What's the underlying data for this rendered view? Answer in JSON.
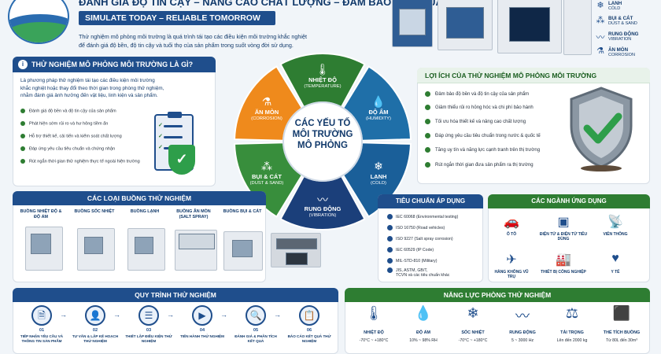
{
  "header": {
    "headline": "ĐÁNH GIÁ ĐỘ TIN CẬY – NÂNG CAO CHẤT LƯỢNG – ĐẢM BẢO HIỆU SUẤT",
    "slogan": "SIMULATE TODAY – RELIABLE TOMORROW",
    "intro_1": "Thử nghiệm mô phỏng môi trường là quá trình tái tạo các điều kiện môi trường khắc nghiệt",
    "intro_2": "để đánh giá độ bền, độ tin cậy và tuổi thọ của sản phẩm trong suốt vòng đời sử dụng."
  },
  "header_list": [
    {
      "label": "LẠNH",
      "sub": "COLD",
      "icon": "snowflake-icon",
      "glyph": "❄"
    },
    {
      "label": "BỤI & CÁT",
      "sub": "DUST & SAND",
      "icon": "dust-icon",
      "glyph": "⁂"
    },
    {
      "label": "RUNG ĐỘNG",
      "sub": "VIBRATION",
      "icon": "vibration-icon",
      "glyph": "〰"
    },
    {
      "label": "ĂN MÒN",
      "sub": "CORROSION",
      "icon": "corrosion-icon",
      "glyph": "⚗"
    }
  ],
  "left_panel": {
    "title": "THỬ NGHIỆM MÔ PHỎNG MÔI TRƯỜNG LÀ GÌ?",
    "desc_1": "Là phương pháp thử nghiệm tái tạo các điều kiện môi trường",
    "desc_2": "khắc nghiệt hoặc thay đổi theo thời gian trong phòng thử nghiệm,",
    "desc_3": "nhằm đánh giá ảnh hưởng đến vật liệu, linh kiện và sản phẩm.",
    "bullets": [
      "Đánh giá độ bền và độ tin cậy của sản phẩm",
      "Phát hiện sớm rủi ro và hư hỏng tiềm ẩn",
      "Hỗ trợ thiết kế, cải tiến và kiểm soát chất lượng",
      "Đáp ứng yêu cầu tiêu chuẩn và chứng nhận",
      "Rút ngắn thời gian thử nghiệm thực tế ngoài hiện trường"
    ]
  },
  "wheel": {
    "center_1": "CÁC YẾU TỐ",
    "center_2": "MÔI TRƯỜNG",
    "center_3": "MÔ PHỎNG",
    "segments": [
      {
        "label": "NHIỆT ĐỘ",
        "sub": "(TEMPERATURE)",
        "color": "#2e7d32",
        "icon": "thermometer-icon",
        "glyph": "🌡"
      },
      {
        "label": "ĐỘ ẨM",
        "sub": "(HUMIDITY)",
        "color": "#1f6fa8",
        "icon": "droplet-icon",
        "glyph": "💧"
      },
      {
        "label": "LẠNH",
        "sub": "(COLD)",
        "color": "#1a5f99",
        "icon": "snowflake-icon",
        "glyph": "❄"
      },
      {
        "label": "RUNG ĐỘNG",
        "sub": "(VIBRATION)",
        "color": "#1b3f7a",
        "icon": "vibration-icon",
        "glyph": "〰"
      },
      {
        "label": "BỤI & CÁT",
        "sub": "(DUST & SAND)",
        "color": "#388e3c",
        "icon": "dust-icon",
        "glyph": "⁂"
      },
      {
        "label": "ĂN MÒN",
        "sub": "(CORROSION)",
        "color": "#ef8a1c",
        "icon": "corrosion-icon",
        "glyph": "⚗"
      }
    ]
  },
  "right_panel": {
    "title": "LỢI ÍCH CỦA THỬ NGHIỆM MÔ PHỎNG MÔI TRƯỜNG",
    "bullets": [
      "Đảm bảo độ bền và độ tin cậy của sản phẩm",
      "Giảm thiểu rủi ro hỏng hóc và chi phí bảo hành",
      "Tối ưu hóa thiết kế và nâng cao chất lượng",
      "Đáp ứng yêu cầu tiêu chuẩn trong nước & quốc tế",
      "Tăng uy tín và năng lực cạnh tranh trên thị trường",
      "Rút ngắn thời gian đưa sản phẩm ra thị trường"
    ]
  },
  "types": {
    "title": "CÁC LOẠI BUỒNG THỬ NGHIỆM",
    "items": [
      {
        "name": "BUỒNG NHIỆT ĐỘ & ĐỘ ẨM"
      },
      {
        "name": "BUỒNG SỐC NHIỆT"
      },
      {
        "name": "BUỒNG LẠNH"
      },
      {
        "name": "BUỒNG ĂN MÒN (SALT SPRAY)"
      },
      {
        "name": "BUỒNG BỤI & CÁT"
      }
    ]
  },
  "standards": {
    "title": "TIÊU CHUẨN ÁP DỤNG",
    "items": [
      "IEC 60068 (Environmental testing)",
      "ISO 16750 (Road vehicles)",
      "ISO 9227 (Salt spray corrosion)",
      "IEC 60529 (IP Code)",
      "MIL-STD-810 (Military)",
      "JIS, ASTM, GB/T,",
      "TCVN và các tiêu chuẩn khác"
    ]
  },
  "industries": {
    "title": "CÁC NGÀNH ỨNG DỤNG",
    "items": [
      {
        "label": "Ô TÔ",
        "icon": "car-icon",
        "glyph": "🚗"
      },
      {
        "label": "ĐIỆN TỬ & ĐIỆN TỬ TIÊU DÙNG",
        "icon": "chip-icon",
        "glyph": "▣"
      },
      {
        "label": "VIỄN THÔNG",
        "icon": "antenna-icon",
        "glyph": "📡"
      },
      {
        "label": "HÀNG KHÔNG VŨ TRỤ",
        "icon": "plane-icon",
        "glyph": "✈"
      },
      {
        "label": "THIẾT BỊ CÔNG NGHIỆP",
        "icon": "factory-icon",
        "glyph": "🏭"
      },
      {
        "label": "Y TẾ",
        "icon": "heart-icon",
        "glyph": "♥"
      }
    ]
  },
  "process": {
    "title": "QUY TRÌNH THỬ NGHIỆM",
    "steps": [
      {
        "num": "01",
        "label": "TIẾP NHẬN YÊU CẦU VÀ THÔNG TIN SẢN PHẨM",
        "icon": "document-icon",
        "glyph": "🗎"
      },
      {
        "num": "02",
        "label": "TƯ VẤN & LẬP KẾ HOẠCH THỬ NGHIỆM",
        "icon": "user-icon",
        "glyph": "👤"
      },
      {
        "num": "03",
        "label": "THIẾT LẬP ĐIỀU KIỆN THỬ NGHIỆM",
        "icon": "sliders-icon",
        "glyph": "☰"
      },
      {
        "num": "04",
        "label": "TIẾN HÀNH THỬ NGHIỆM",
        "icon": "play-icon",
        "glyph": "▶"
      },
      {
        "num": "05",
        "label": "ĐÁNH GIÁ & PHÂN TÍCH KẾT QUẢ",
        "icon": "magnifier-icon",
        "glyph": "🔍"
      },
      {
        "num": "06",
        "label": "BÁO CÁO KẾT QUẢ THỬ NGHIỆM",
        "icon": "report-icon",
        "glyph": "📋"
      }
    ]
  },
  "capability": {
    "title": "NĂNG LỰC PHÒNG THỬ NGHIỆM",
    "items": [
      {
        "label": "NHIỆT ĐỘ",
        "value": "-70°C ~ +180°C",
        "icon": "thermometer-icon",
        "glyph": "🌡"
      },
      {
        "label": "ĐỘ ẨM",
        "value": "10% ~ 98% RH",
        "icon": "droplet-icon",
        "glyph": "💧"
      },
      {
        "label": "SỐC NHIỆT",
        "value": "-70°C ~ +180°C",
        "icon": "snowflake-icon",
        "glyph": "❄"
      },
      {
        "label": "RUNG ĐỘNG",
        "value": "5 ~ 3000 Hz",
        "icon": "vibration-icon",
        "glyph": "〰"
      },
      {
        "label": "TẢI TRỌNG",
        "value": "Lên đến 2000 kg",
        "icon": "weight-icon",
        "glyph": "⚖"
      },
      {
        "label": "THỂ TÍCH BUỒNG",
        "value": "Từ 80L đến 30m³",
        "icon": "cube-icon",
        "glyph": "⬛"
      }
    ]
  }
}
